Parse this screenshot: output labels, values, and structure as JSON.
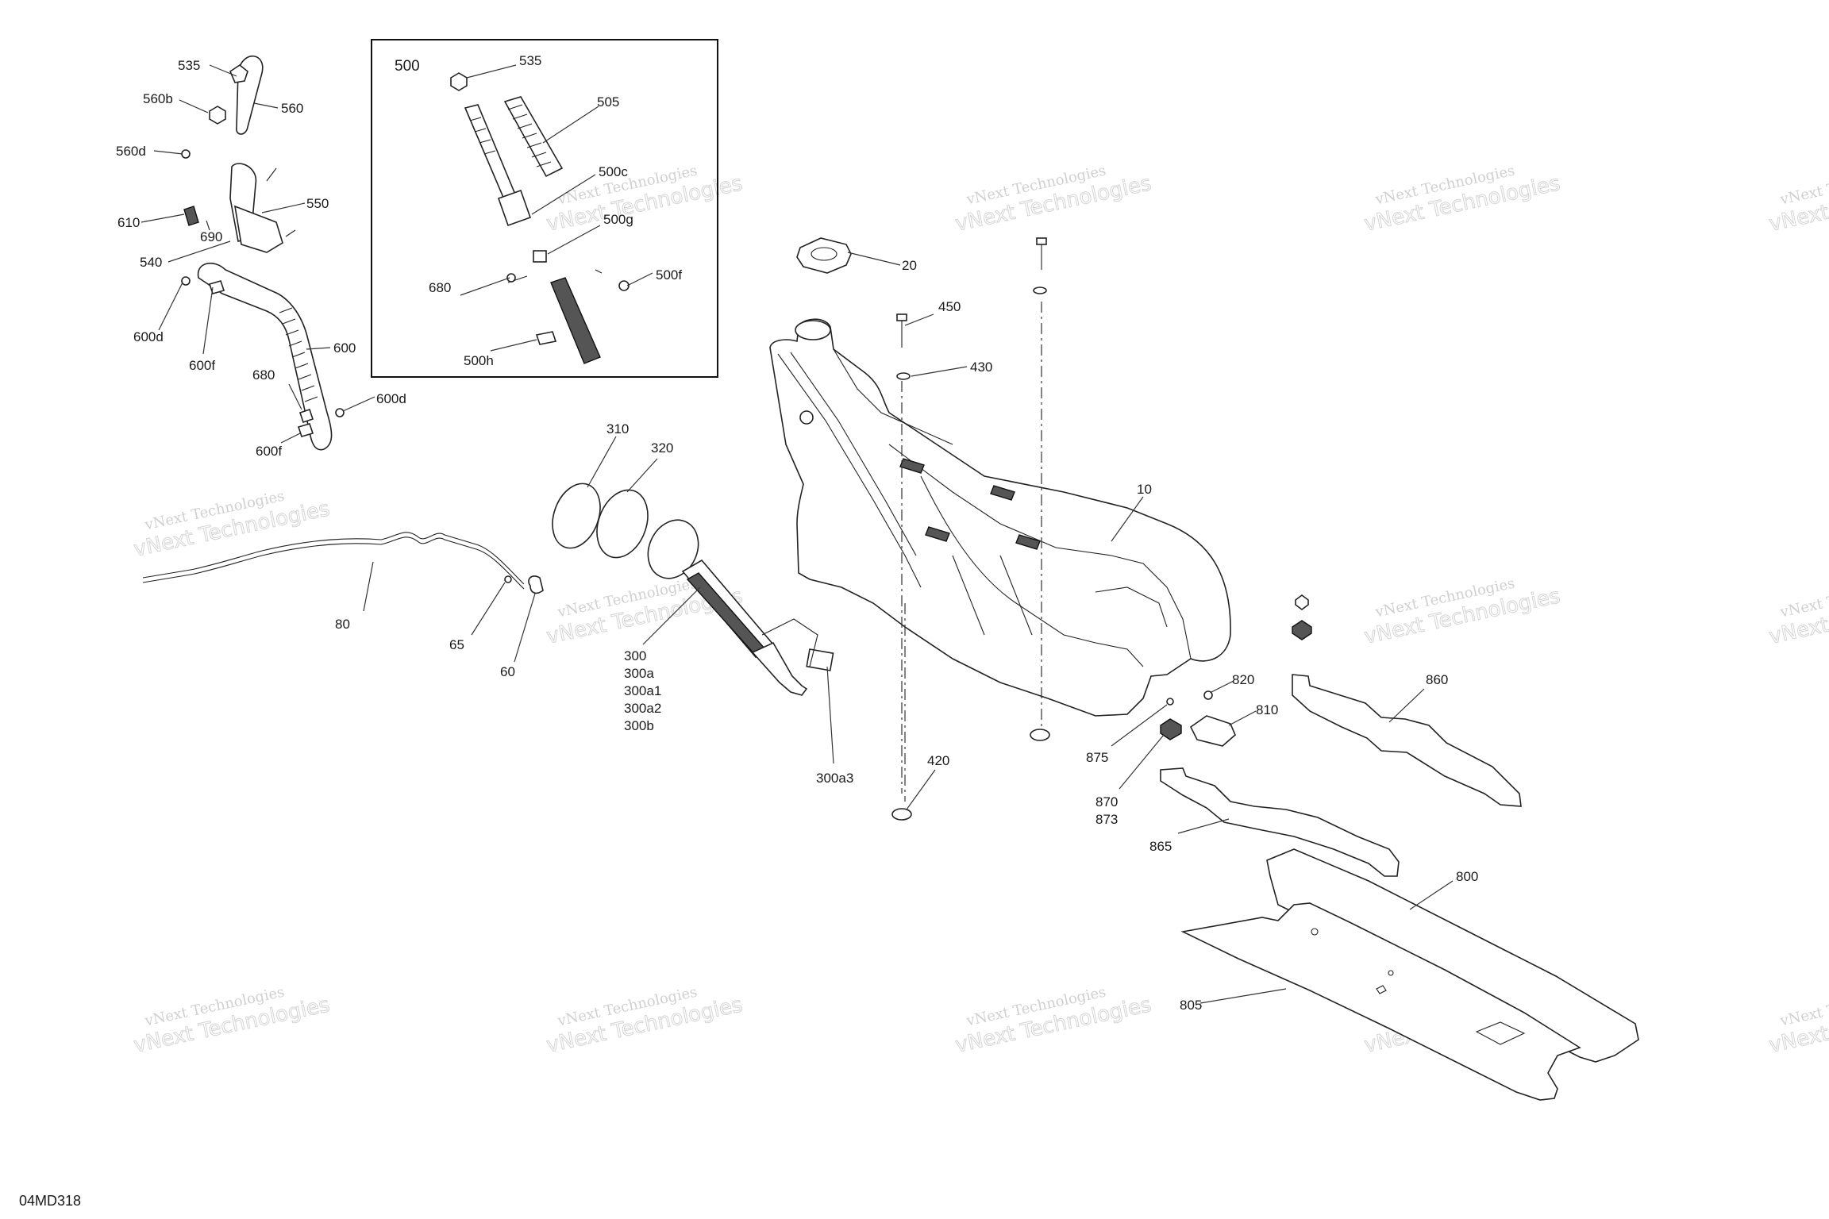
{
  "figure_code": "04MD318",
  "watermark": {
    "line1": "vNext Technologies",
    "line2": "vNext Technologies"
  },
  "inset": {
    "title": "500",
    "labels": [
      "535",
      "505",
      "500c",
      "500g",
      "500f",
      "680",
      "500h"
    ]
  },
  "callouts": {
    "c535": "535",
    "c560b": "560b",
    "c560": "560",
    "c560d": "560d",
    "c550": "550",
    "c610": "610",
    "c690": "690",
    "c540": "540",
    "c600d_a": "600d",
    "c600f_a": "600f",
    "c600": "600",
    "c680": "680",
    "c600d_b": "600d",
    "c600f_b": "600f",
    "c310": "310",
    "c320": "320",
    "c80": "80",
    "c65": "65",
    "c60": "60",
    "c300": "300",
    "c300a": "300a",
    "c300a1": "300a1",
    "c300a2": "300a2",
    "c300b": "300b",
    "c300a3": "300a3",
    "c20": "20",
    "c450": "450",
    "c430": "430",
    "c10": "10",
    "c420": "420",
    "c820": "820",
    "c810": "810",
    "c875": "875",
    "c870": "870",
    "c873": "873",
    "c865": "865",
    "c860": "860",
    "c800": "800",
    "c805": "805"
  }
}
